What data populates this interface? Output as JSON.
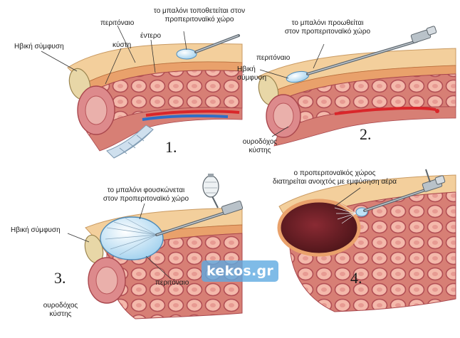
{
  "watermark": "kekos.gr",
  "palette": {
    "skin": "#f3cf9c",
    "peritoneum": "#e9a16b",
    "tissue": "#d77f75",
    "organ": "#f2b4a8",
    "organ_outline": "#b8555a",
    "bladder": "#dd8a8c",
    "pubic_bone": "#e8d7a7",
    "balloon": "#bfe3f6",
    "dark_cavity": "#5a1a1f",
    "artery": "#d9262a",
    "vein": "#2f6fc6",
    "spine": "#cfe0ee"
  },
  "panels": [
    {
      "number": "1.",
      "labels": {
        "pubic": "Ηβική σύμφυση",
        "peritoneum": "περιτόναιο",
        "bladder": "κύστη",
        "bowel": "έντερο",
        "balloon_l1": "το μπαλόνι τοποθετείται στον",
        "balloon_l2": "προπεριτοναϊκό χώρο"
      }
    },
    {
      "number": "2.",
      "labels": {
        "balloon_l1": "το μπαλόνι προωθείται",
        "balloon_l2": "στον προπεριτοναϊκό χώρο",
        "peritoneum": "περιτόναιο",
        "pubic_l1": "Ηβική",
        "pubic_l2": "σύμφυση",
        "urinary_l1": "ουροδόχος",
        "urinary_l2": "κύστης"
      }
    },
    {
      "number": "3.",
      "labels": {
        "balloon_l1": "το μπαλόνι φουσκώνεται",
        "balloon_l2": "στον προπεριτοναϊκό χώρο",
        "pubic": "Ηβική σύμφυση",
        "peritoneum": "περιτόναιο",
        "urinary_l1": "ουροδόχος",
        "urinary_l2": "κύστης"
      }
    },
    {
      "number": "4.",
      "labels": {
        "space_l1": "ο προπεριτοναϊκός χώρος",
        "space_l2": "διατηρείται ανοιχτός με εμφύσηση αέρα"
      }
    }
  ]
}
